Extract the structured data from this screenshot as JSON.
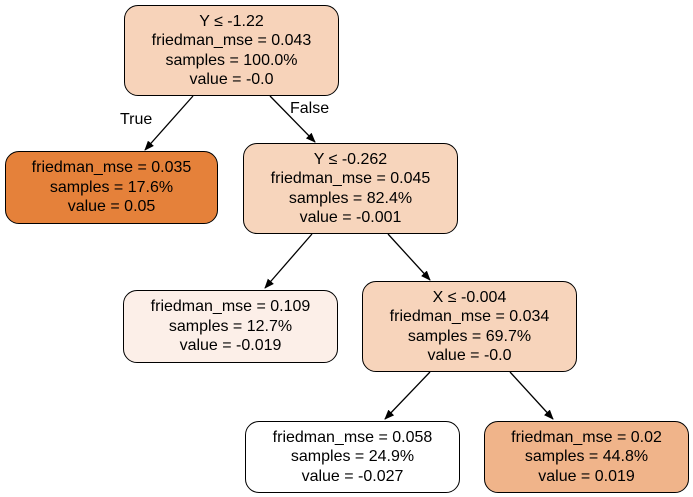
{
  "tree": {
    "nodes": [
      {
        "id": "root",
        "lines": [
          "Y ≤ -1.22",
          "friedman_mse = 0.043",
          "samples = 100.0%",
          "value = -0.0"
        ],
        "fill": "#f7d3ba"
      },
      {
        "id": "left-leaf",
        "lines": [
          "friedman_mse = 0.035",
          "samples = 17.6%",
          "value = 0.05"
        ],
        "fill": "#e5813a"
      },
      {
        "id": "right-split",
        "lines": [
          "Y ≤ -0.262",
          "friedman_mse = 0.045",
          "samples = 82.4%",
          "value = -0.001"
        ],
        "fill": "#f7d5bc"
      },
      {
        "id": "mid-leaf",
        "lines": [
          "friedman_mse = 0.109",
          "samples = 12.7%",
          "value = -0.019"
        ],
        "fill": "#fcefe8"
      },
      {
        "id": "inner-split",
        "lines": [
          "X ≤ -0.004",
          "friedman_mse = 0.034",
          "samples = 69.7%",
          "value = -0.0"
        ],
        "fill": "#f7d4bb"
      },
      {
        "id": "bottom-left-leaf",
        "lines": [
          "friedman_mse = 0.058",
          "samples = 24.9%",
          "value = -0.027"
        ],
        "fill": "#ffffff"
      },
      {
        "id": "bottom-right-leaf",
        "lines": [
          "friedman_mse = 0.02",
          "samples = 44.8%",
          "value = 0.019"
        ],
        "fill": "#f0b48a"
      }
    ],
    "edges": [
      {
        "from": "root",
        "to": "left-leaf",
        "label": "True"
      },
      {
        "from": "root",
        "to": "right-split",
        "label": "False"
      },
      {
        "from": "right-split",
        "to": "mid-leaf",
        "label": ""
      },
      {
        "from": "right-split",
        "to": "inner-split",
        "label": ""
      },
      {
        "from": "inner-split",
        "to": "bottom-left-leaf",
        "label": ""
      },
      {
        "from": "inner-split",
        "to": "bottom-right-leaf",
        "label": ""
      }
    ]
  }
}
